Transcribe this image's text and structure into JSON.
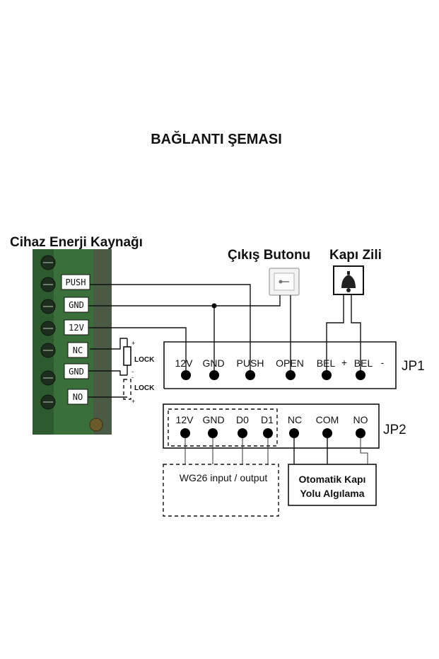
{
  "title": "BAĞLANTI ŞEMASI",
  "power_source_label": "Cihaz Enerji Kaynağı",
  "exit_button_label": "Çıkış Butonu",
  "doorbell_label": "Kapı Zili",
  "device_terminals": [
    "PUSH",
    "GND",
    "12V",
    "NC",
    "GND",
    "NO"
  ],
  "lock_labels": [
    "LOCK",
    "LOCK"
  ],
  "lock_signs": [
    "+",
    "-",
    "-",
    "+"
  ],
  "jp1": {
    "name": "JP1",
    "pins": [
      "12V",
      "GND",
      "PUSH",
      "OPEN",
      "BEL",
      "BEL"
    ],
    "plus": "+",
    "minus": "-"
  },
  "jp2": {
    "name": "JP2",
    "pins": [
      "12V",
      "GND",
      "D0",
      "D1",
      "NC",
      "COM",
      "NO"
    ]
  },
  "wiegand_label": "WG26 input / output",
  "sensor_label_line1": "Otomatik Kapı",
  "sensor_label_line2": "Yolu Algılama",
  "colors": {
    "background": "#ffffff",
    "ink": "#111111",
    "pcb_green": "#3f7a3a",
    "terminal_bg": "#ffffff"
  }
}
